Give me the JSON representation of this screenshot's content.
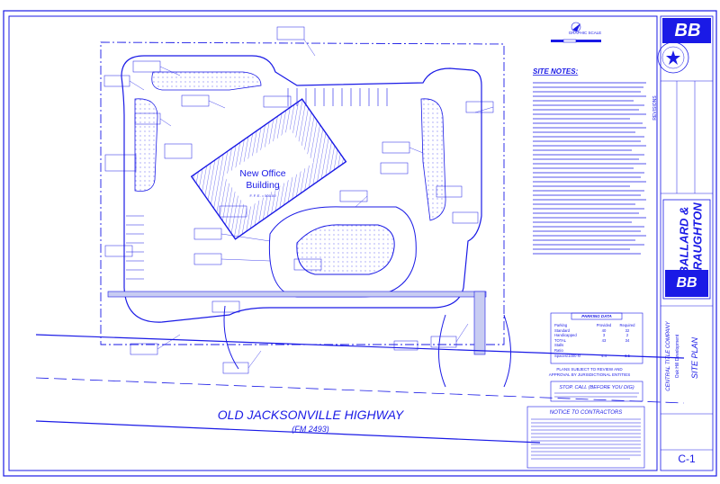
{
  "colors": {
    "ink": "#1a1ae6",
    "paper": "#ffffff",
    "fill": "#c8ccf2",
    "dark": "#1a1ae6"
  },
  "building": {
    "name_line1": "New Office",
    "name_line2": "Building",
    "ffe": "F. F. E. = 500.00"
  },
  "road": {
    "name": "OLD JACKSONVILLE HIGHWAY",
    "designation": "(FM 2493)"
  },
  "site_notes": {
    "title": "SITE NOTES:"
  },
  "parking": {
    "title": "PARKING DATA",
    "headers": [
      "Parking",
      "Provided",
      "Required"
    ],
    "rows": [
      [
        "Standard",
        "40",
        "32"
      ],
      [
        "Handicapped",
        "3",
        "2"
      ],
      [
        "TOTAL",
        "43",
        "34"
      ],
      [
        "Stalls",
        "",
        ""
      ],
      [
        "Ratio",
        "",
        ""
      ],
      [
        "Spaces/1000 sf",
        "4.4",
        "3.5"
      ]
    ]
  },
  "approval": {
    "line1": "PLANS SUBJECT TO REVIEW AND",
    "line2": "APPROVAL BY JURISDICTIONAL ENTITIES"
  },
  "stop_call": {
    "title": "STOP. CALL (BEFORE YOU DIG)"
  },
  "contractors": {
    "title": "NOTICE TO CONTRACTORS"
  },
  "graphic_scale": {
    "label": "GRAPHIC SCALE"
  },
  "firm": {
    "name_line1": "BALLARD &",
    "name_line2": "BRAUGHTON",
    "logo": "BB"
  },
  "project": {
    "client": "CENTRAL TITLE COMPANY",
    "project_name": "Oak Hill Development",
    "sheet_title": "SITE PLAN"
  },
  "revisions": {
    "title": "REVISIONS"
  },
  "sheet": {
    "number": "C-1"
  }
}
